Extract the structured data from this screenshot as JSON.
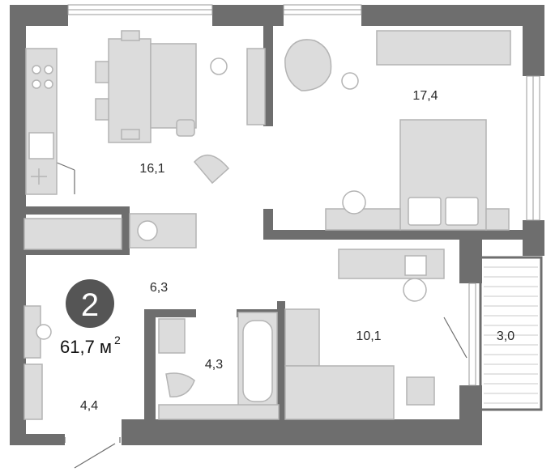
{
  "apartment": {
    "rooms": "2",
    "total_area": "61,7 м",
    "unit_sup": "2"
  },
  "rooms": [
    {
      "id": "kitchen-living",
      "area": "16,1"
    },
    {
      "id": "bedroom-large",
      "area": "17,4"
    },
    {
      "id": "hallway",
      "area": "6,3"
    },
    {
      "id": "bathroom",
      "area": "4,3"
    },
    {
      "id": "bedroom-small",
      "area": "10,1"
    },
    {
      "id": "balcony",
      "area": "3,0"
    },
    {
      "id": "entrance",
      "area": "4,4"
    }
  ],
  "colors": {
    "wall": "#6e6e6e",
    "furniture_fill": "#dcdcdc",
    "furniture_stroke": "#b4b4b4",
    "badge": "#555555"
  }
}
